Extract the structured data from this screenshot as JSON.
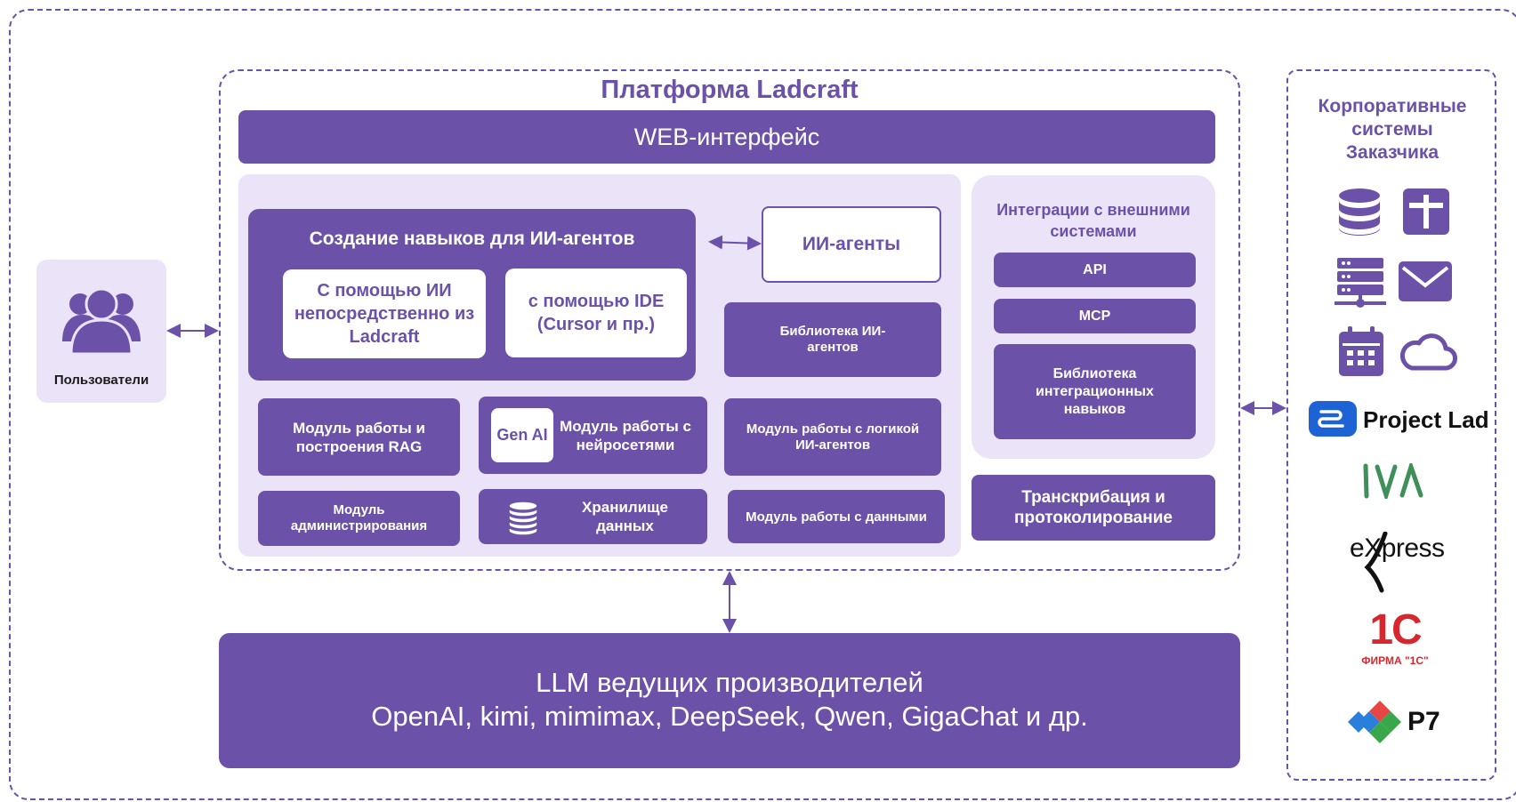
{
  "platform": {
    "title": "Платформа Ladcraft",
    "web_interface": "WEB-интерфейс"
  },
  "users": {
    "label": "Пользователи",
    "icon": "users-icon"
  },
  "skills": {
    "title": "Создание навыков для  ИИ-агентов",
    "option_ai": "С помощью ИИ непосредственно из Ladcraft",
    "option_ide": "с помощью IDE (Cursor и пр.)"
  },
  "agents": {
    "ai_agents": "ИИ-агенты",
    "library": "Библиотека ИИ-агентов",
    "logic_module": "Модуль работы с логикой ИИ-агентов",
    "data_module": "Модуль работы с данными"
  },
  "modules": {
    "rag": "Модуль работы и построения RAG",
    "genai_badge": "Gen AI",
    "neural": "Модуль работы с нейросетями",
    "admin": "Модуль администрирования",
    "storage": "Хранилище данных"
  },
  "integrations": {
    "title": "Интеграции с внешними системами",
    "api": "API",
    "mcp": "MCP",
    "library": "Библиотека интеграционных навыков",
    "transcription": "Транскрибация и протоколирование"
  },
  "llm": {
    "line1": "LLM ведущих производителей",
    "line2": "OpenAI, kimi, mimimax, DeepSeek, Qwen, GigaChat и др."
  },
  "corporate": {
    "title": "Корпоративные системы Заказчика",
    "icons": [
      "database-icon",
      "plus-icon",
      "server-icon",
      "mail-icon",
      "calendar-icon",
      "cloud-icon"
    ],
    "logos": {
      "project_lad": "Project Lad",
      "iva": "IVA",
      "express": "eXpress",
      "onec_mark": "1С",
      "onec_caption": "ФИРМА \"1С\"",
      "r7": "Р7"
    }
  },
  "colors": {
    "primary": "#6b52a8",
    "light": "#ebe3f7",
    "onec_red": "#d7262d",
    "iva_green": "#3f8f5b"
  }
}
